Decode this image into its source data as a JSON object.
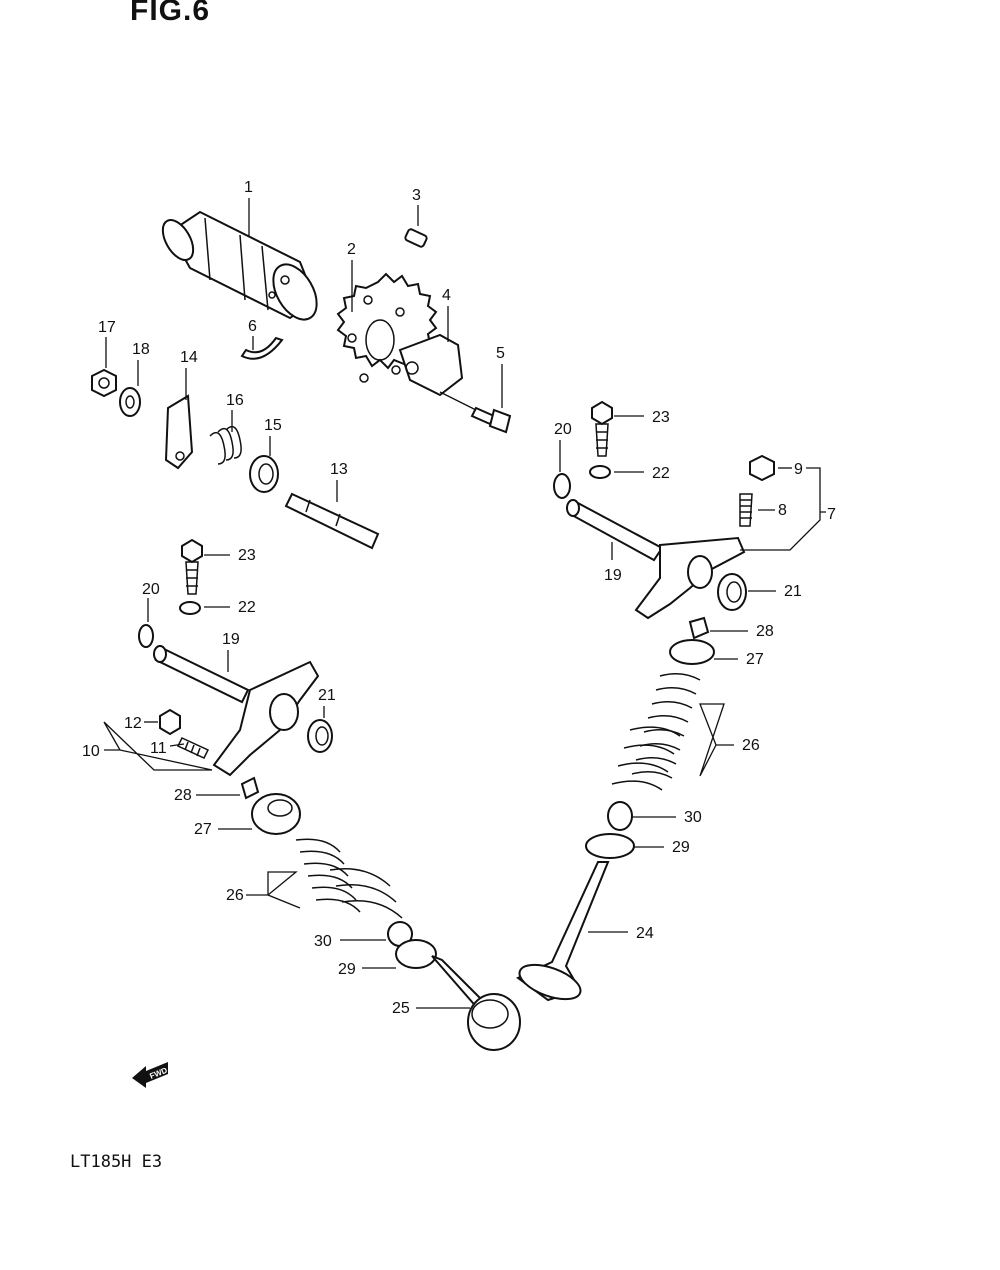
{
  "figure": {
    "title": "FIG.6",
    "model": "LT185H E3",
    "fwd_label": "FWD"
  },
  "parts": [
    {
      "id": "p1",
      "label": "1"
    },
    {
      "id": "p2",
      "label": "2"
    },
    {
      "id": "p3",
      "label": "3"
    },
    {
      "id": "p4",
      "label": "4"
    },
    {
      "id": "p5",
      "label": "5"
    },
    {
      "id": "p6",
      "label": "6"
    },
    {
      "id": "p7",
      "label": "7"
    },
    {
      "id": "p8",
      "label": "8"
    },
    {
      "id": "p9",
      "label": "9"
    },
    {
      "id": "p10",
      "label": "10"
    },
    {
      "id": "p11",
      "label": "11"
    },
    {
      "id": "p12",
      "label": "12"
    },
    {
      "id": "p13",
      "label": "13"
    },
    {
      "id": "p14",
      "label": "14"
    },
    {
      "id": "p15",
      "label": "15"
    },
    {
      "id": "p16",
      "label": "16"
    },
    {
      "id": "p17",
      "label": "17"
    },
    {
      "id": "p18",
      "label": "18"
    },
    {
      "id": "p19a",
      "label": "19"
    },
    {
      "id": "p19b",
      "label": "19"
    },
    {
      "id": "p20a",
      "label": "20"
    },
    {
      "id": "p20b",
      "label": "20"
    },
    {
      "id": "p21a",
      "label": "21"
    },
    {
      "id": "p21b",
      "label": "21"
    },
    {
      "id": "p22a",
      "label": "22"
    },
    {
      "id": "p22b",
      "label": "22"
    },
    {
      "id": "p23a",
      "label": "23"
    },
    {
      "id": "p23b",
      "label": "23"
    },
    {
      "id": "p24",
      "label": "24"
    },
    {
      "id": "p25",
      "label": "25"
    },
    {
      "id": "p26a",
      "label": "26"
    },
    {
      "id": "p26b",
      "label": "26"
    },
    {
      "id": "p27a",
      "label": "27"
    },
    {
      "id": "p27b",
      "label": "27"
    },
    {
      "id": "p28a",
      "label": "28"
    },
    {
      "id": "p28b",
      "label": "28"
    },
    {
      "id": "p29a",
      "label": "29"
    },
    {
      "id": "p29b",
      "label": "29"
    },
    {
      "id": "p30a",
      "label": "30"
    },
    {
      "id": "p30b",
      "label": "30"
    }
  ]
}
